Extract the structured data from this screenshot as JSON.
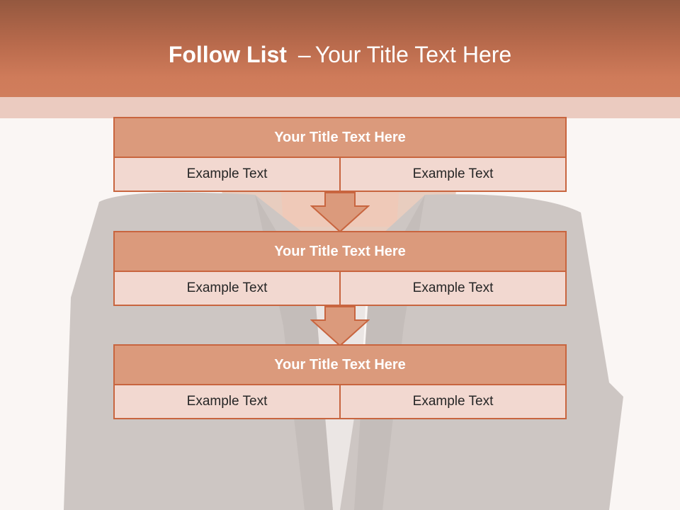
{
  "slide": {
    "title_bold": "Follow List",
    "title_dash": "–",
    "title_rest": "Your Title Text Here"
  },
  "blocks": [
    {
      "title": "Your Title Text Here",
      "left": "Example Text",
      "right": "Example Text"
    },
    {
      "title": "Your Title Text Here",
      "left": "Example Text",
      "right": "Example Text"
    },
    {
      "title": "Your Title Text Here",
      "left": "Example Text",
      "right": "Example Text"
    }
  ],
  "colors": {
    "header": "#cf7b5a",
    "box_title_fill": "#db9a7c",
    "box_cell_fill": "#f2d8d0",
    "box_border": "#c8653f"
  }
}
